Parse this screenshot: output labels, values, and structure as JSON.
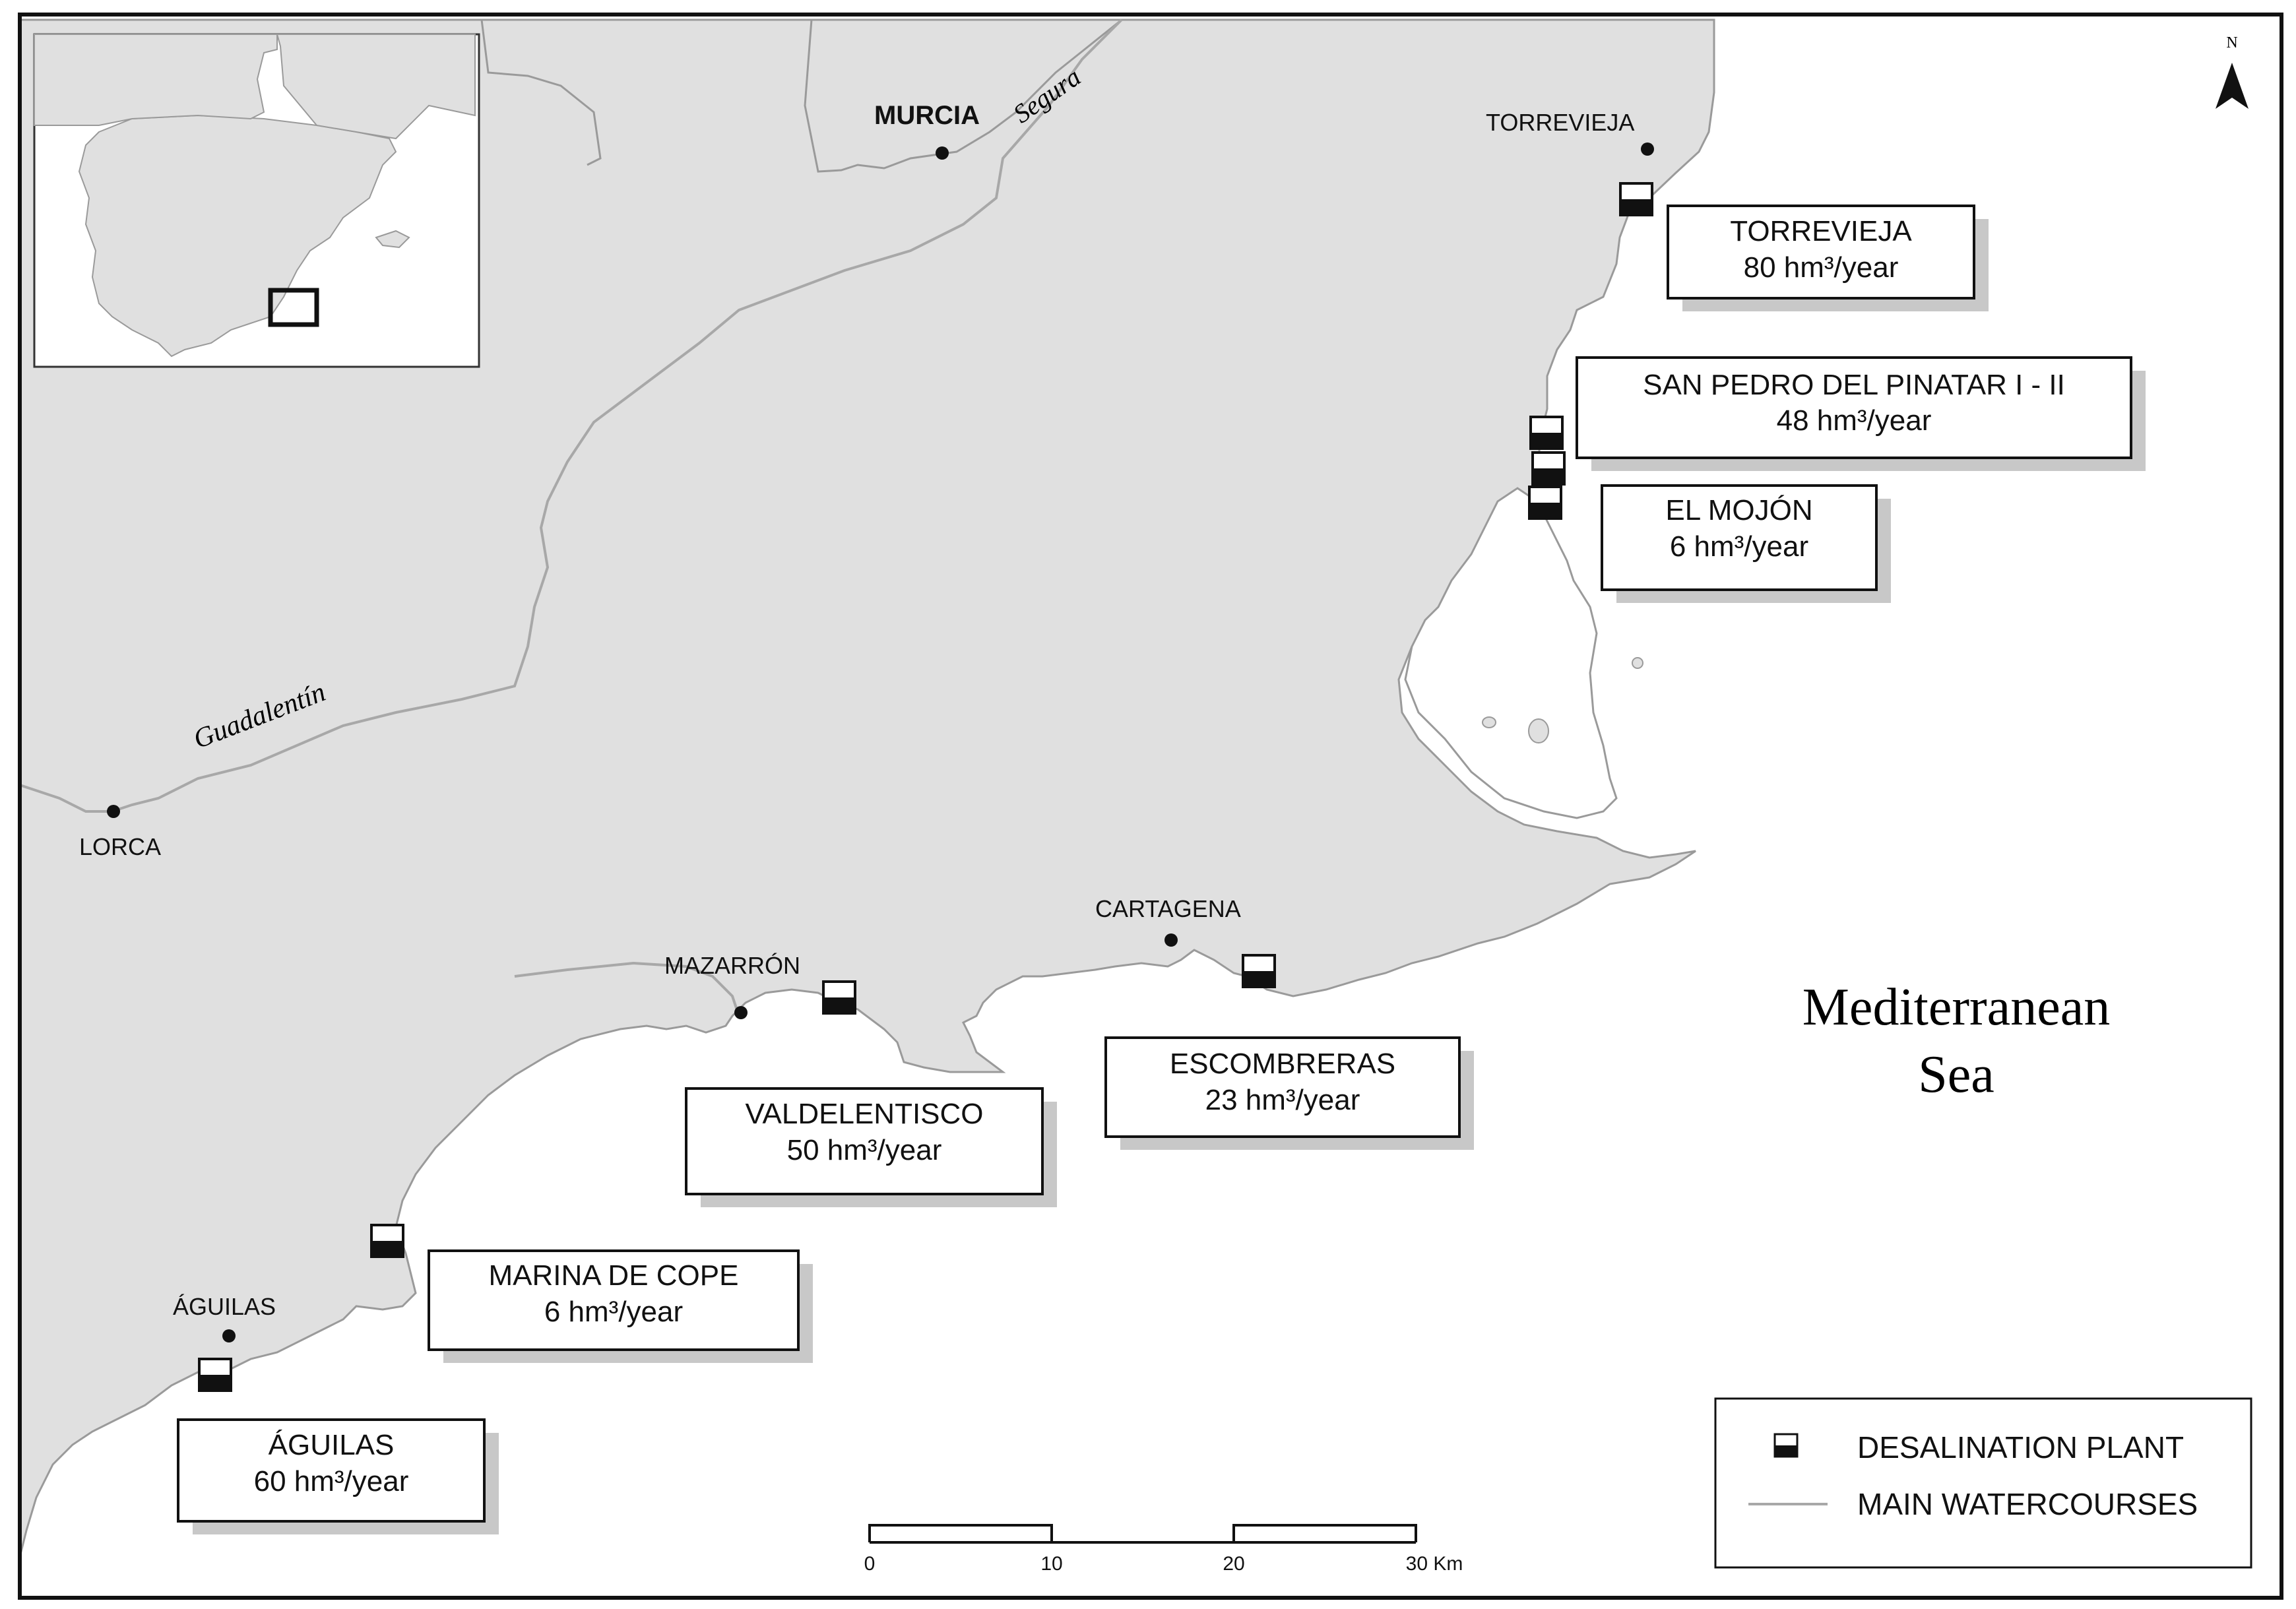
{
  "sea_label": {
    "line1": "Mediterranean",
    "line2": "Sea"
  },
  "north_label": "N",
  "rivers": {
    "segura": "Segura",
    "guadalentin": "Guadalentín"
  },
  "cities": {
    "murcia": "MURCIA",
    "torrevieja": "TORREVIEJA",
    "lorca": "LORCA",
    "mazarron": "MAZARRÓN",
    "cartagena": "CARTAGENA",
    "aguilas": "ÁGUILAS"
  },
  "plants": {
    "torrevieja": {
      "name": "TORREVIEJA",
      "capacity": "80 hm³/year"
    },
    "san_pedro": {
      "name": "SAN PEDRO DEL PINATAR I - II",
      "capacity": "48 hm³/year"
    },
    "el_mojon": {
      "name": "EL MOJÓN",
      "capacity": "6 hm³/year"
    },
    "escombreras": {
      "name": "ESCOMBRERAS",
      "capacity": "23 hm³/year"
    },
    "valdelentisco": {
      "name": "VALDELENTISCO",
      "capacity": "50 hm³/year"
    },
    "marina_de_cope": {
      "name": "MARINA DE COPE",
      "capacity": "6 hm³/year"
    },
    "aguilas": {
      "name": "ÁGUILAS",
      "capacity": "60 hm³/year"
    }
  },
  "scale_bar": {
    "t0": "0",
    "t1": "10",
    "t2": "20",
    "t3": "30 Km"
  },
  "legend": {
    "desalination": "DESALINATION PLANT",
    "watercourses": "MAIN WATERCOURSES"
  },
  "colors": {
    "land": "#e0e0e0",
    "sea": "#ffffff",
    "boundary": "#9a9a9a",
    "river": "#a8a8a8"
  }
}
